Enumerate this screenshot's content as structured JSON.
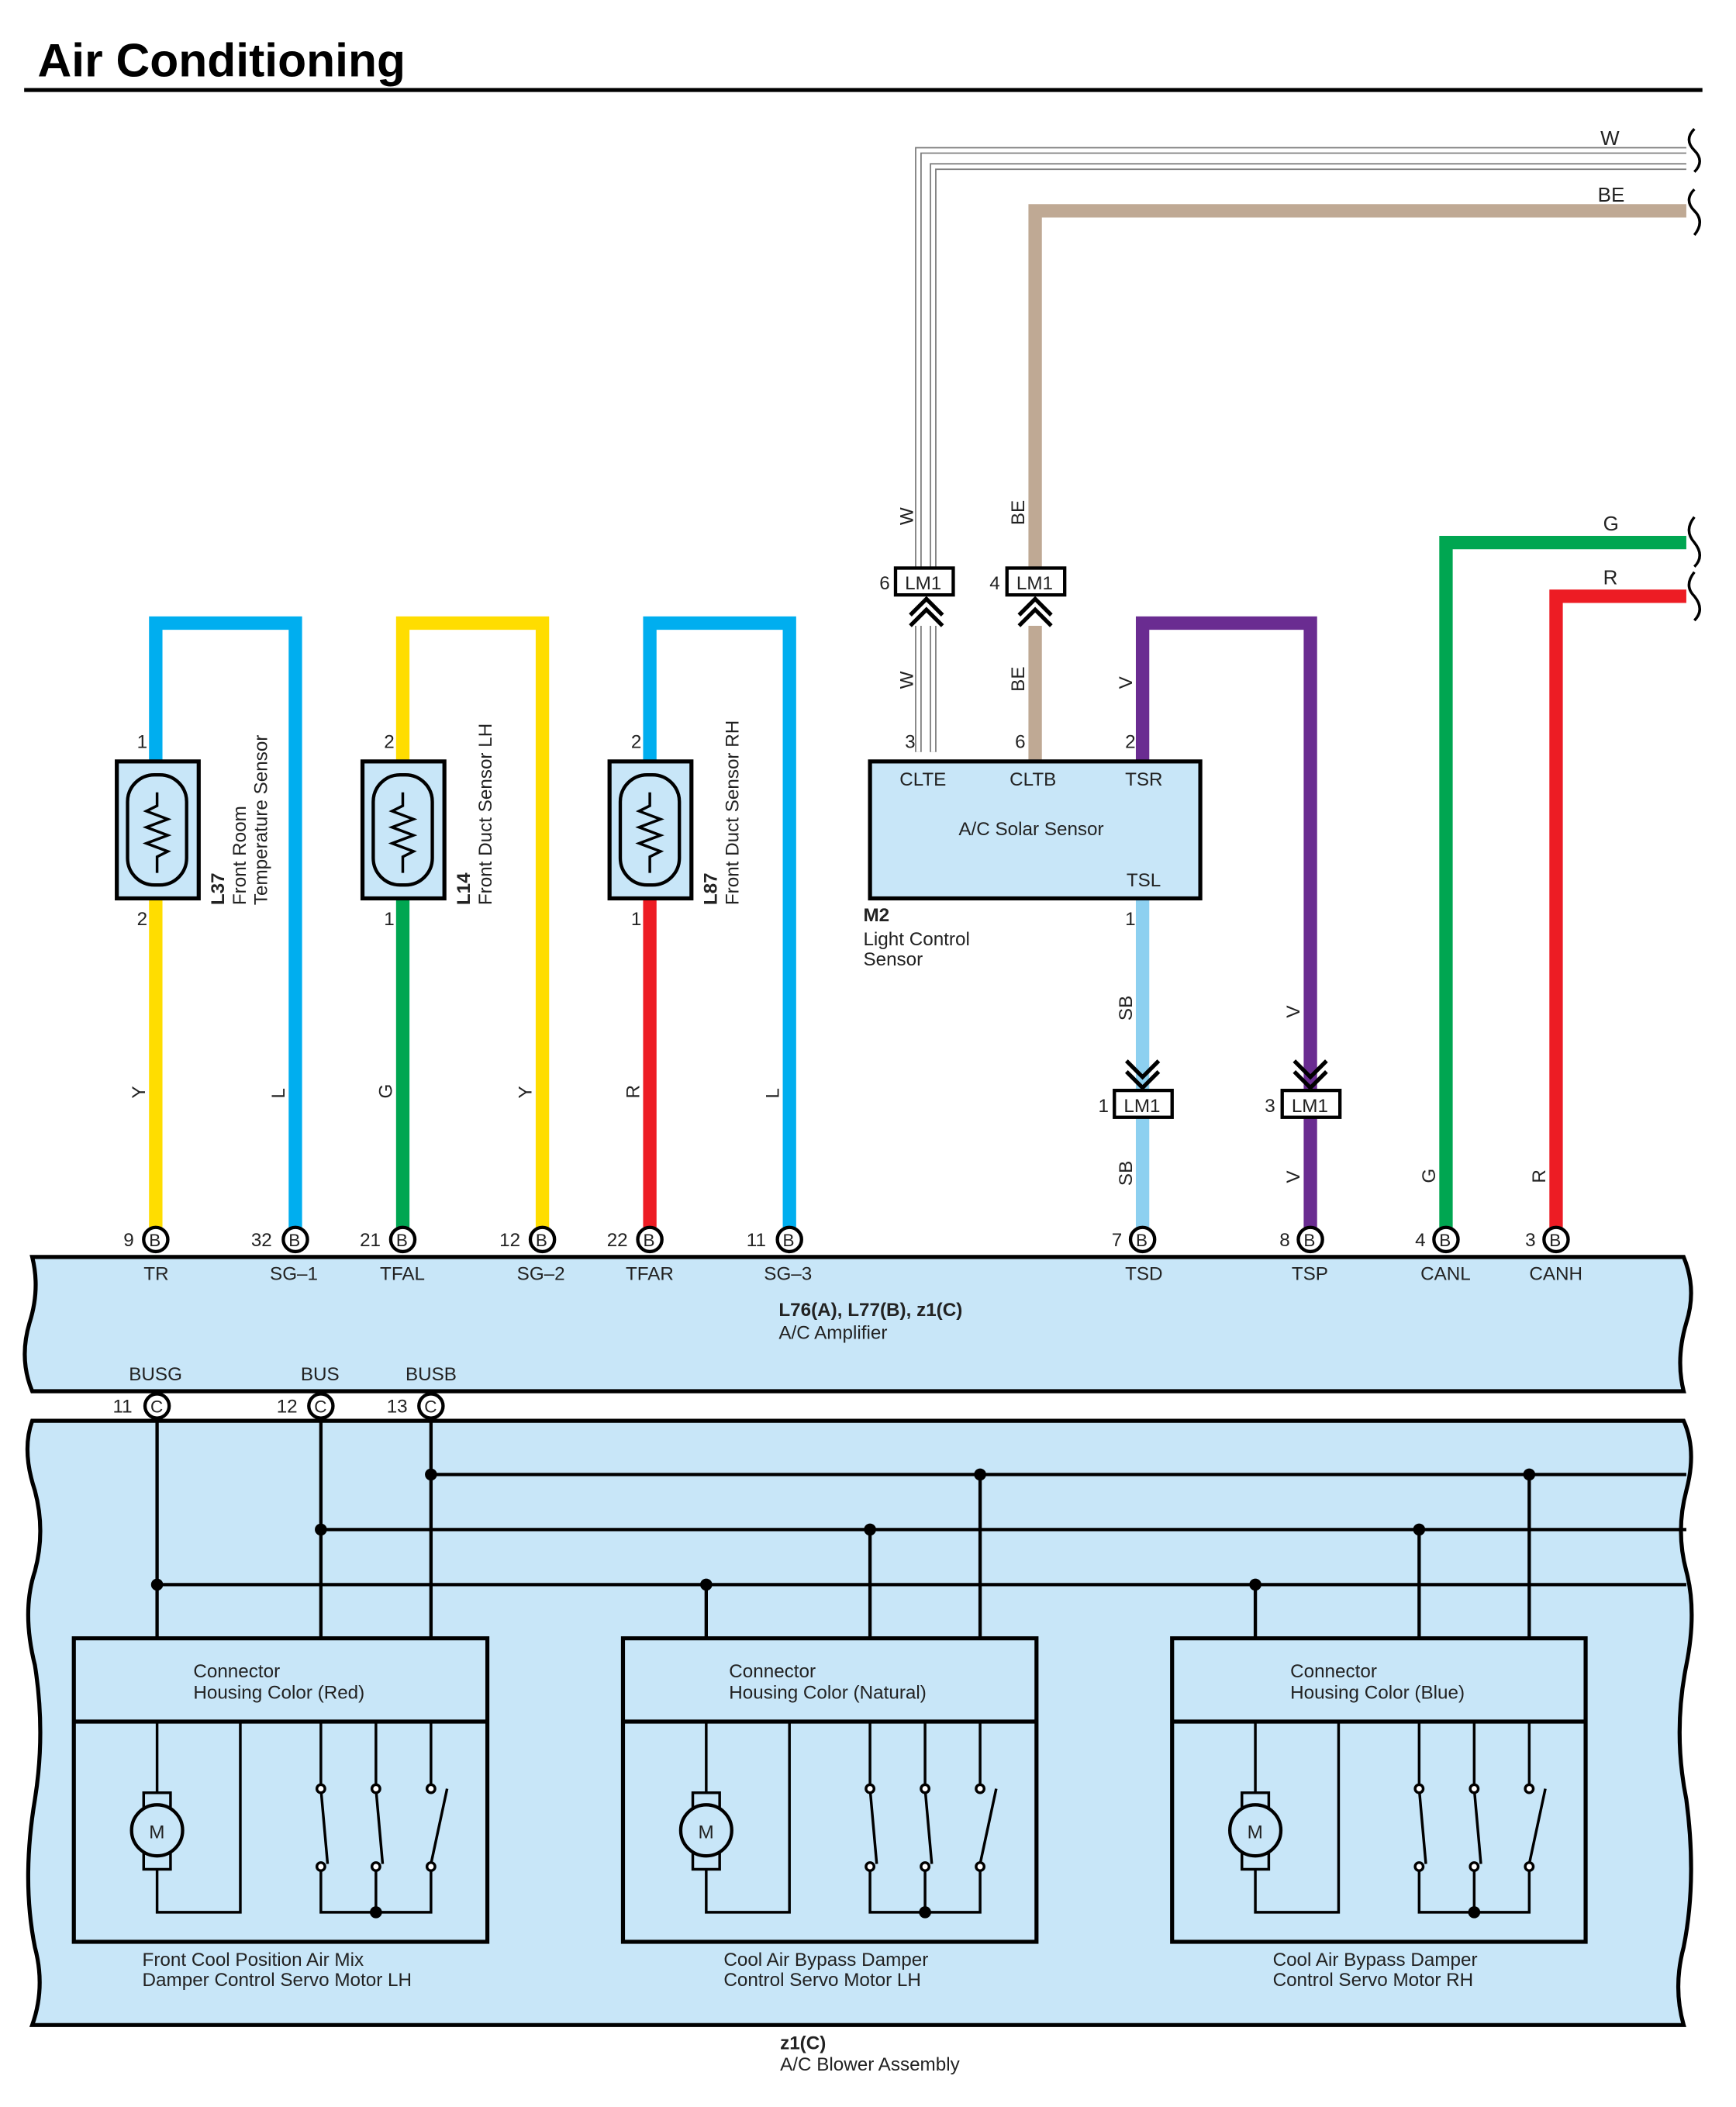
{
  "page_title": "Air Conditioning",
  "colors": {
    "L": "#00aeef",
    "Y": "#ffdd00",
    "G": "#00a651",
    "R": "#ed1c24",
    "V": "#6a2c91",
    "SB": "#8dd0f0",
    "BE": "#bfa994",
    "W": "#ffffff",
    "panel": "#c8e6f8"
  },
  "wire_codes": {
    "L": "L",
    "Y": "Y",
    "G": "G",
    "R": "R",
    "V": "V",
    "SB": "SB",
    "BE": "BE",
    "W": "W"
  },
  "sensors": {
    "l37": {
      "code": "L37",
      "name_line1": "Front Room",
      "name_line2": "Temperature Sensor",
      "pin_top": "1",
      "pin_bottom": "2"
    },
    "l14": {
      "code": "L14",
      "name": "Front Duct Sensor LH",
      "pin_top": "2",
      "pin_bottom": "1"
    },
    "l87": {
      "code": "L87",
      "name": "Front Duct Sensor RH",
      "pin_top": "2",
      "pin_bottom": "1"
    }
  },
  "solar_sensor": {
    "title": "A/C Solar Sensor",
    "code": "M2",
    "name_line1": "Light Control",
    "name_line2": "Sensor",
    "terminals": {
      "clte": "CLTE",
      "cltb": "CLTB",
      "tsr": "TSR",
      "tsl": "TSL"
    },
    "pins": {
      "clte": "3",
      "cltb": "6",
      "tsr": "2",
      "tsl": "1"
    }
  },
  "junction": {
    "label": "LM1",
    "pins": {
      "w": "6",
      "be": "4",
      "sb": "1",
      "v": "3"
    }
  },
  "amplifier": {
    "code": "L76(A), L77(B), z1(C)",
    "name": "A/C Amplifier",
    "connector_b": "B",
    "connector_c": "C",
    "pins": [
      {
        "num": "9",
        "name": "TR"
      },
      {
        "num": "32",
        "name": "SG–1"
      },
      {
        "num": "21",
        "name": "TFAL"
      },
      {
        "num": "12",
        "name": "SG–2"
      },
      {
        "num": "22",
        "name": "TFAR"
      },
      {
        "num": "11",
        "name": "SG–3"
      },
      {
        "num": "7",
        "name": "TSD"
      },
      {
        "num": "8",
        "name": "TSP"
      },
      {
        "num": "4",
        "name": "CANL"
      },
      {
        "num": "3",
        "name": "CANH"
      }
    ],
    "bus_pins": [
      {
        "num": "11",
        "name": "BUSG"
      },
      {
        "num": "12",
        "name": "BUS"
      },
      {
        "num": "13",
        "name": "BUSB"
      }
    ]
  },
  "blower": {
    "code": "z1(C)",
    "name": "A/C Blower Assembly"
  },
  "motors": [
    {
      "header_line1": "Connector",
      "header_line2": "Housing Color (Red)",
      "name_line1": "Front Cool Position Air Mix",
      "name_line2": "Damper Control Servo Motor LH",
      "symbol": "M"
    },
    {
      "header_line1": "Connector",
      "header_line2": "Housing Color (Natural)",
      "name_line1": "Cool Air Bypass Damper",
      "name_line2": "Control Servo Motor LH",
      "symbol": "M"
    },
    {
      "header_line1": "Connector",
      "header_line2": "Housing Color (Blue)",
      "name_line1": "Cool Air Bypass Damper",
      "name_line2": "Control Servo Motor RH",
      "symbol": "M"
    }
  ]
}
